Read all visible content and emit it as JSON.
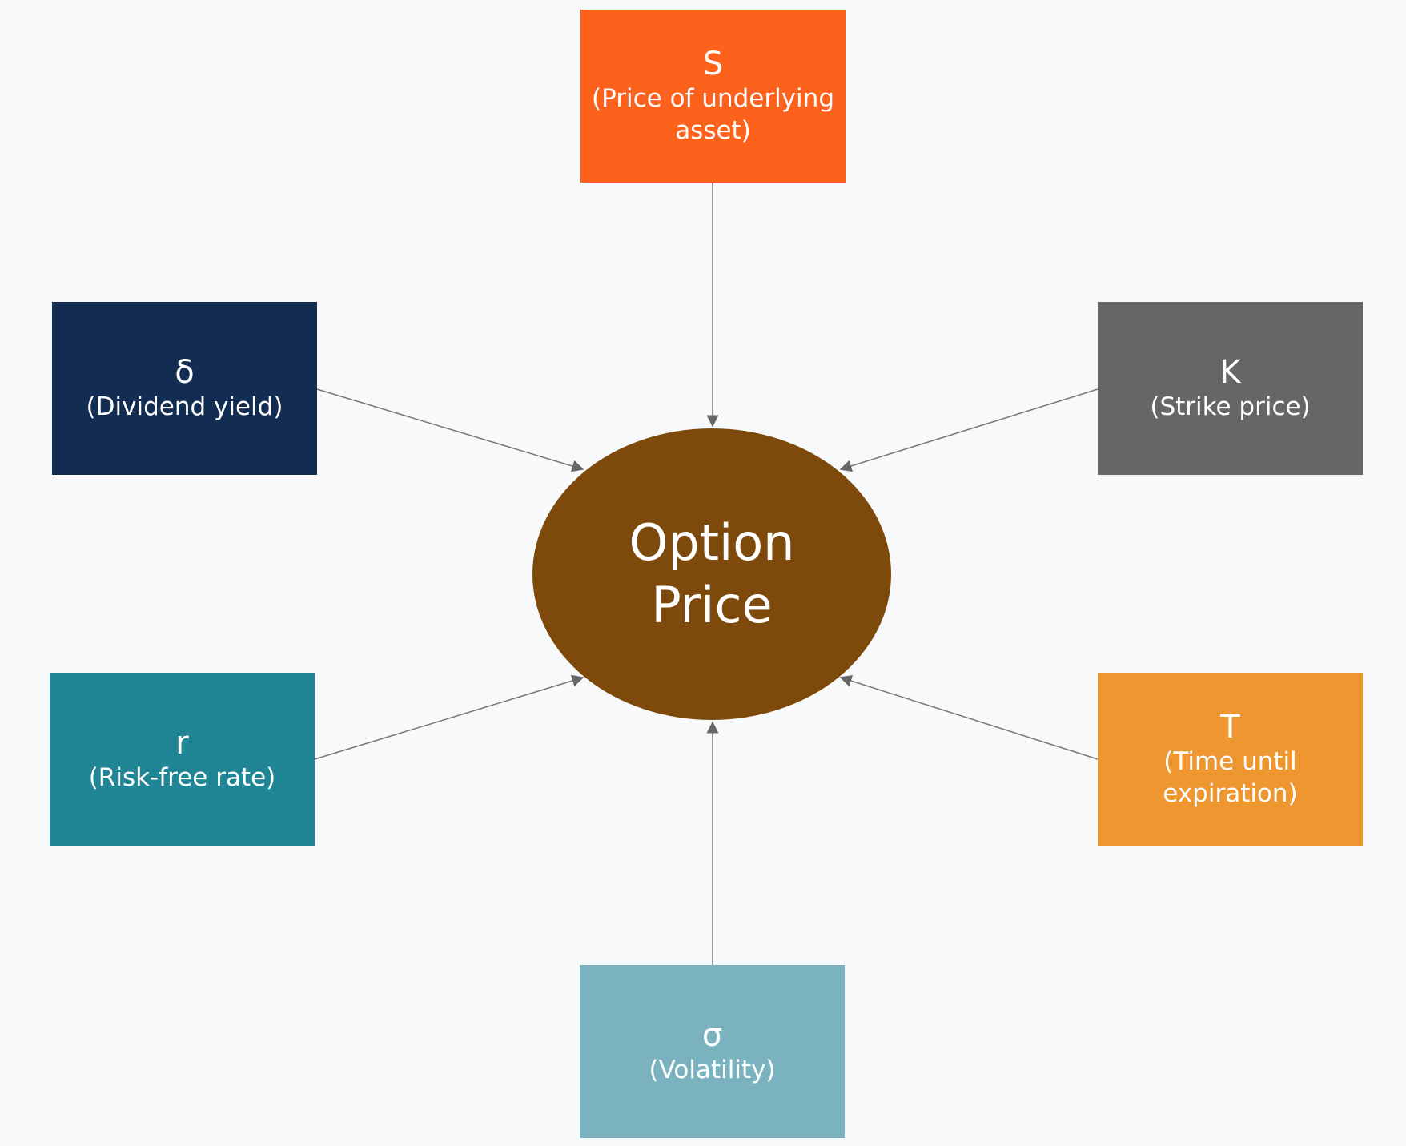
{
  "center": {
    "label": "Option Price",
    "color": "#7d4a0c"
  },
  "factors": {
    "s": {
      "symbol": "S",
      "desc": "(Price of underlying asset)",
      "color": "#fc621c"
    },
    "k": {
      "symbol": "K",
      "desc": "(Strike price)",
      "color": "#666666"
    },
    "t": {
      "symbol": "T",
      "desc": "(Time until expiration)",
      "color": "#ee9630"
    },
    "sigma": {
      "symbol": "σ",
      "desc": "(Volatility)",
      "color": "#7ab3bf"
    },
    "r": {
      "symbol": "r",
      "desc": "(Risk-free rate)",
      "color": "#208696"
    },
    "delta": {
      "symbol": "δ",
      "desc": "(Dividend yield)",
      "color": "#132c52"
    }
  },
  "connector_color": "#777777"
}
